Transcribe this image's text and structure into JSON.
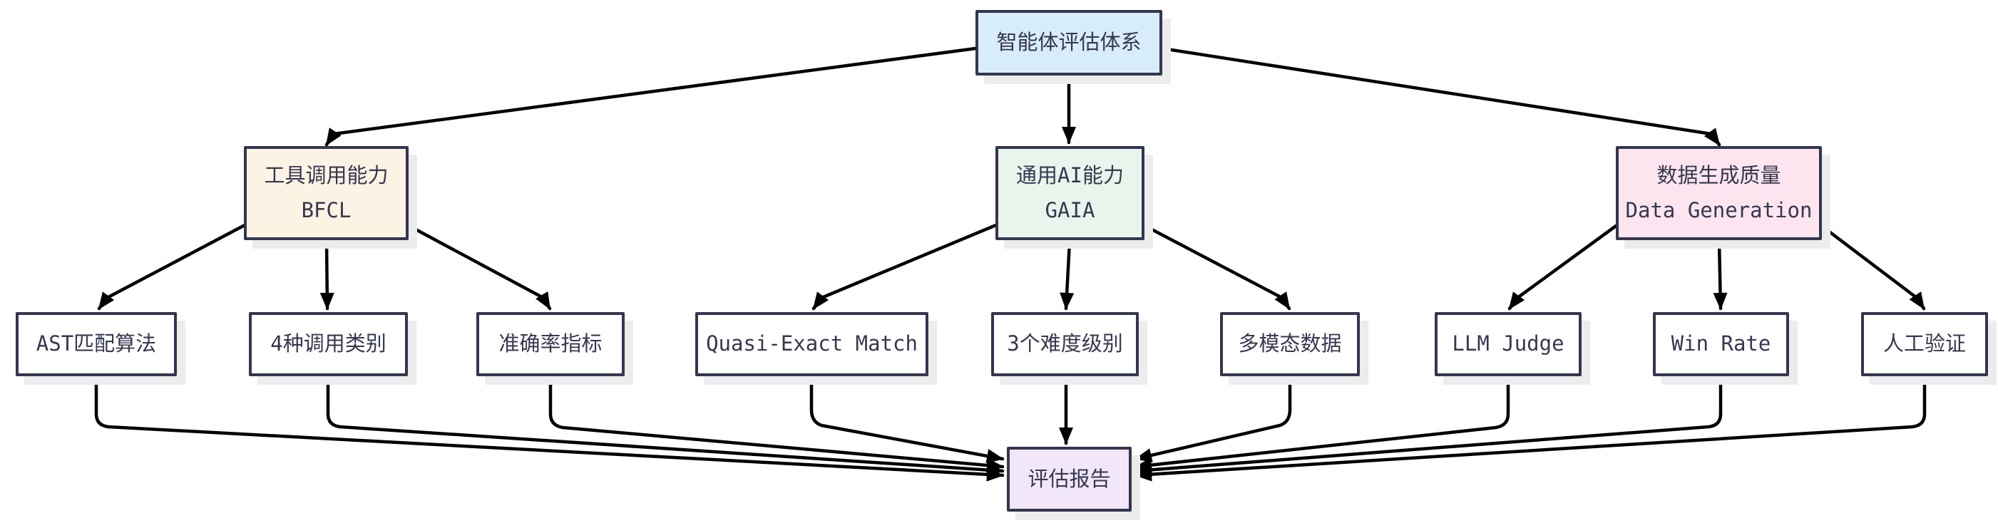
{
  "diagram": {
    "type": "flowchart",
    "background": "#ffffff",
    "edge_color": "#000000",
    "node_border_color": "#33364f",
    "node_text_color": "#363850",
    "shadow_color": "#ececec",
    "root": {
      "label": "智能体评估体系",
      "fill": "#d8edfb"
    },
    "branches": [
      {
        "line1": "工具调用能力",
        "line2": "BFCL",
        "fill": "#fdf3e5"
      },
      {
        "line1": "通用AI能力",
        "line2": "GAIA",
        "fill": "#e9f4ec"
      },
      {
        "line1": "数据生成质量",
        "line2": "Data Generation",
        "fill": "#fce5ef"
      }
    ],
    "leaves": [
      {
        "label": "AST匹配算法"
      },
      {
        "label": "4种调用类别"
      },
      {
        "label": "准确率指标"
      },
      {
        "label": "Quasi-Exact Match"
      },
      {
        "label": "3个难度级别"
      },
      {
        "label": "多模态数据"
      },
      {
        "label": "LLM Judge"
      },
      {
        "label": "Win Rate"
      },
      {
        "label": "人工验证"
      }
    ],
    "sink": {
      "label": "评估报告",
      "fill": "#f2e6f9"
    },
    "edges": [
      {
        "from": "智能体评估体系",
        "to": "工具调用能力 BFCL"
      },
      {
        "from": "智能体评估体系",
        "to": "通用AI能力 GAIA"
      },
      {
        "from": "智能体评估体系",
        "to": "数据生成质量 Data Generation"
      },
      {
        "from": "工具调用能力 BFCL",
        "to": "AST匹配算法"
      },
      {
        "from": "工具调用能力 BFCL",
        "to": "4种调用类别"
      },
      {
        "from": "工具调用能力 BFCL",
        "to": "准确率指标"
      },
      {
        "from": "通用AI能力 GAIA",
        "to": "Quasi-Exact Match"
      },
      {
        "from": "通用AI能力 GAIA",
        "to": "3个难度级别"
      },
      {
        "from": "通用AI能力 GAIA",
        "to": "多模态数据"
      },
      {
        "from": "数据生成质量 Data Generation",
        "to": "LLM Judge"
      },
      {
        "from": "数据生成质量 Data Generation",
        "to": "Win Rate"
      },
      {
        "from": "数据生成质量 Data Generation",
        "to": "人工验证"
      },
      {
        "from": "AST匹配算法",
        "to": "评估报告"
      },
      {
        "from": "4种调用类别",
        "to": "评估报告"
      },
      {
        "from": "准确率指标",
        "to": "评估报告"
      },
      {
        "from": "Quasi-Exact Match",
        "to": "评估报告"
      },
      {
        "from": "3个难度级别",
        "to": "评估报告"
      },
      {
        "from": "多模态数据",
        "to": "评估报告"
      },
      {
        "from": "LLM Judge",
        "to": "评估报告"
      },
      {
        "from": "Win Rate",
        "to": "评估报告"
      },
      {
        "from": "人工验证",
        "to": "评估报告"
      }
    ]
  }
}
